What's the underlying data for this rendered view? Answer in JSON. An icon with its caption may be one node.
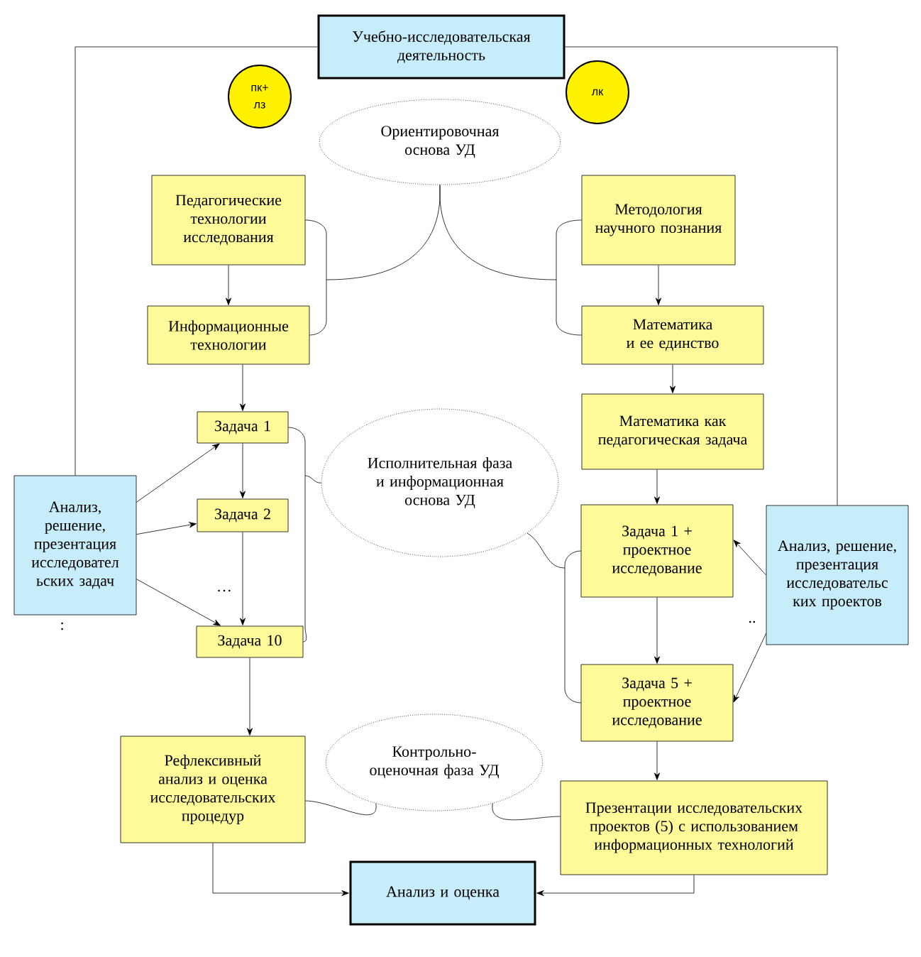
{
  "diagram": {
    "nodes": [
      {
        "text": [
          "Учебно-исследовательская деятельность"
        ]
      },
      {
        "text": [
          "пк+ лз"
        ]
      },
      {
        "text": [
          "лк"
        ]
      },
      {
        "text": [
          "Ориентировочная основа УД"
        ]
      },
      {
        "text": [
          "Педагогические технологии исследования"
        ]
      },
      {
        "text": [
          "Информационные технологии"
        ]
      },
      {
        "text": [
          "Методология научного познания"
        ]
      },
      {
        "text": [
          "Математика и ее единство"
        ]
      },
      {
        "text": [
          "Математика как педагогическая задача"
        ]
      },
      {
        "text": [
          "Анализ, решение, презентация исследовател ьских задач"
        ],
        "beside": [
          ":"
        ]
      },
      {
        "text": [
          "Задача 1"
        ]
      },
      {
        "text": [
          "Исполнительная фаза и информационная основа УД"
        ]
      },
      {
        "text": [
          "Задача 2"
        ]
      },
      {
        "text": [
          "Задача 10"
        ]
      },
      {
        "text": [
          "Задача 1 + проектное исследование"
        ]
      },
      {
        "text": [
          "Анализ, решение, презентация исследовательс ких проектов"
        ]
      },
      {
        "text": [
          "Задача 5 + проектное исследование"
        ]
      },
      {
        "text": [
          "Рефлексивный анализ и оценка исследовательских процедур"
        ]
      },
      {
        "text": [
          "Контрольно- оценочная фаза УД"
        ]
      },
      {
        "text": [
          "Презентации исследовательских проектов (5) с использованием информационных технологий"
        ]
      },
      {
        "text": [
          "Анализ и оценка"
        ]
      }
    ],
    "edges": [
      {
        "from": 4,
        "to": 5,
        "arrow": "to"
      },
      {
        "from": 6,
        "to": 7,
        "arrow": "to"
      },
      {
        "from": 7,
        "to": 8,
        "arrow": "to"
      },
      {
        "from": 5,
        "to": 10,
        "arrow": "to"
      },
      {
        "from": 10,
        "to": 12,
        "arrow": "to"
      },
      {
        "from": 12,
        "to": 13,
        "arrow": "to"
      },
      {
        "from": 9,
        "to": 10,
        "arrow": "to"
      },
      {
        "from": 9,
        "to": 12,
        "arrow": "to"
      },
      {
        "from": 9,
        "to": 13,
        "arrow": "to"
      },
      {
        "from": 8,
        "to": 14,
        "arrow": "to"
      },
      {
        "from": 14,
        "to": 16,
        "arrow": "to"
      },
      {
        "from": 15,
        "to": 14,
        "arrow": "to"
      },
      {
        "from": 15,
        "to": 16,
        "arrow": "to"
      },
      {
        "from": 16,
        "to": 19,
        "arrow": "to"
      },
      {
        "from": 13,
        "to": 17,
        "arrow": "to"
      },
      {
        "from": 17,
        "to": 20,
        "arrow": "to"
      },
      {
        "from": 19,
        "to": 20,
        "arrow": "to"
      },
      {
        "from": 9,
        "to": 0,
        "arrow": "none"
      },
      {
        "from": 0,
        "to": 15,
        "arrow": "none"
      },
      {
        "from": 3,
        "to": 4,
        "arrow": "none"
      },
      {
        "from": 3,
        "to": 5,
        "arrow": "none"
      },
      {
        "from": 3,
        "to": 6,
        "arrow": "none"
      },
      {
        "from": 3,
        "to": 7,
        "arrow": "none"
      },
      {
        "from": 11,
        "to": 10,
        "arrow": "none"
      },
      {
        "from": 11,
        "to": 13,
        "arrow": "none"
      },
      {
        "from": 11,
        "to": 14,
        "arrow": "none"
      },
      {
        "from": 11,
        "to": 16,
        "arrow": "none"
      },
      {
        "from": 18,
        "to": 17,
        "arrow": "none"
      },
      {
        "from": 18,
        "to": 19,
        "arrow": "none"
      }
    ],
    "labels": [
      "…",
      ".."
    ]
  }
}
